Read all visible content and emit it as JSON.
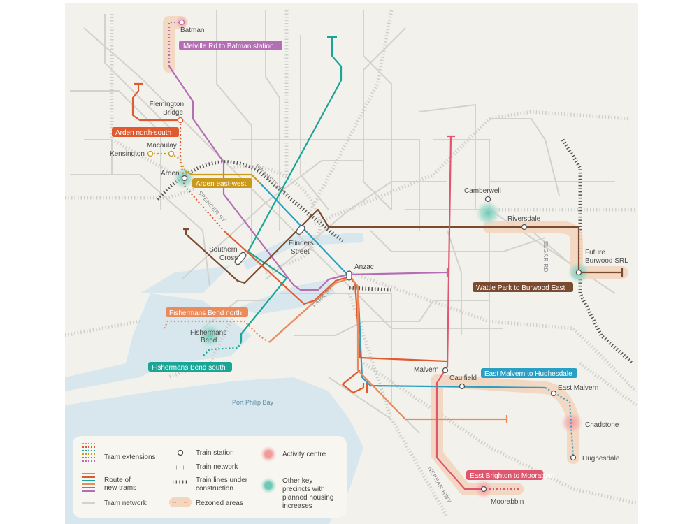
{
  "colors": {
    "background": "#f2f1ec",
    "water": "#d8e7ee",
    "tram_network": "#d0d0cc",
    "train_network": "#c8c8c4",
    "purple": "#b36fb4",
    "teal": "#1aa696",
    "cyan": "#2a9fc4",
    "brown": "#7a4b31",
    "red_orange": "#e05a30",
    "orange": "#eb8a5a",
    "pink": "#e0566e",
    "gold": "#c99a1c",
    "rezoned": "#f3d9c2",
    "activity_centre": "#f2a5a5",
    "key_precinct": "#7dcdbc"
  },
  "stations": {
    "batman": "Batman",
    "flemington_bridge": [
      "Flemington",
      "Bridge"
    ],
    "macaulay": "Macaulay",
    "kensington": "Kensington",
    "arden": "Arden",
    "southern_cross": [
      "Southern",
      "Cross"
    ],
    "flinders_street": [
      "Flinders",
      "Street"
    ],
    "anzac": "Anzac",
    "camberwell": "Camberwell",
    "riversdale": "Riversdale",
    "future_burwood": [
      "Future",
      "Burwood SRL"
    ],
    "malvern": "Malvern",
    "caulfield": "Caulfield",
    "east_malvern": "East Malvern",
    "chadstone": "Chadstone",
    "hughesdale": "Hughesdale",
    "moorabbin": "Moorabbin",
    "fishermans_bend": [
      "Fishermans",
      "Bend"
    ]
  },
  "roads": {
    "swanston": "SWANSTON ST",
    "spencer": "SPENCER ST",
    "park": "PARK ST",
    "elgar": "ELGAR RD",
    "nepean": "NEPEAN HWY"
  },
  "water_label": "Port Philip Bay",
  "routes": {
    "melville": "Melville Rd to Batman station",
    "arden_ns": "Arden north-south",
    "arden_ew": "Arden east-west",
    "wattle": "Wattle Park to Burwood East",
    "fb_north": "Fishermans Bend north",
    "fb_south": "Fishermans Bend south",
    "east_malvern": "East Malvern to Hughesdale",
    "east_brighton": "East Brighton to Moorabbin"
  },
  "legend": {
    "tram_extensions": "Tram extensions",
    "route_new_trams": [
      "Route of",
      "new trams"
    ],
    "tram_network": "Tram network",
    "train_station": "Train station",
    "train_network": "Train network",
    "train_construction": [
      "Train lines under",
      "construction"
    ],
    "rezoned": "Rezoned areas",
    "activity_centre": "Activity centre",
    "key_precincts": [
      "Other key",
      "precincts with",
      "planned housing",
      "increases"
    ]
  }
}
